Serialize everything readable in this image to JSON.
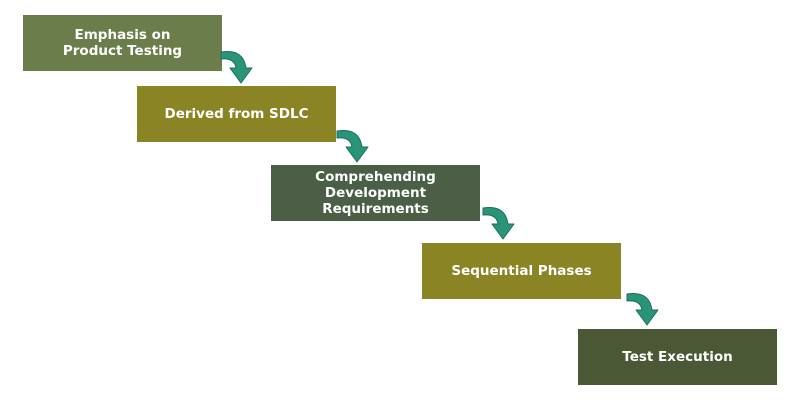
{
  "colors": {
    "step_1": "#6a7d4a",
    "step_2": "#8b8424",
    "step_3": "#4b5f47",
    "step_4": "#8b8424",
    "step_5": "#4a5836",
    "arrow_fill": "#2a9478",
    "arrow_stroke": "#1f6f5a"
  },
  "steps": [
    {
      "label": "Emphasis on\nProduct Testing"
    },
    {
      "label": "Derived from SDLC"
    },
    {
      "label": "Comprehending\nDevelopment Requirements"
    },
    {
      "label": "Sequential Phases"
    },
    {
      "label": "Test Execution"
    }
  ],
  "connectors": [
    {
      "icon": "curved-down-arrow-icon"
    },
    {
      "icon": "curved-down-arrow-icon"
    },
    {
      "icon": "curved-down-arrow-icon"
    },
    {
      "icon": "curved-down-arrow-icon"
    }
  ]
}
